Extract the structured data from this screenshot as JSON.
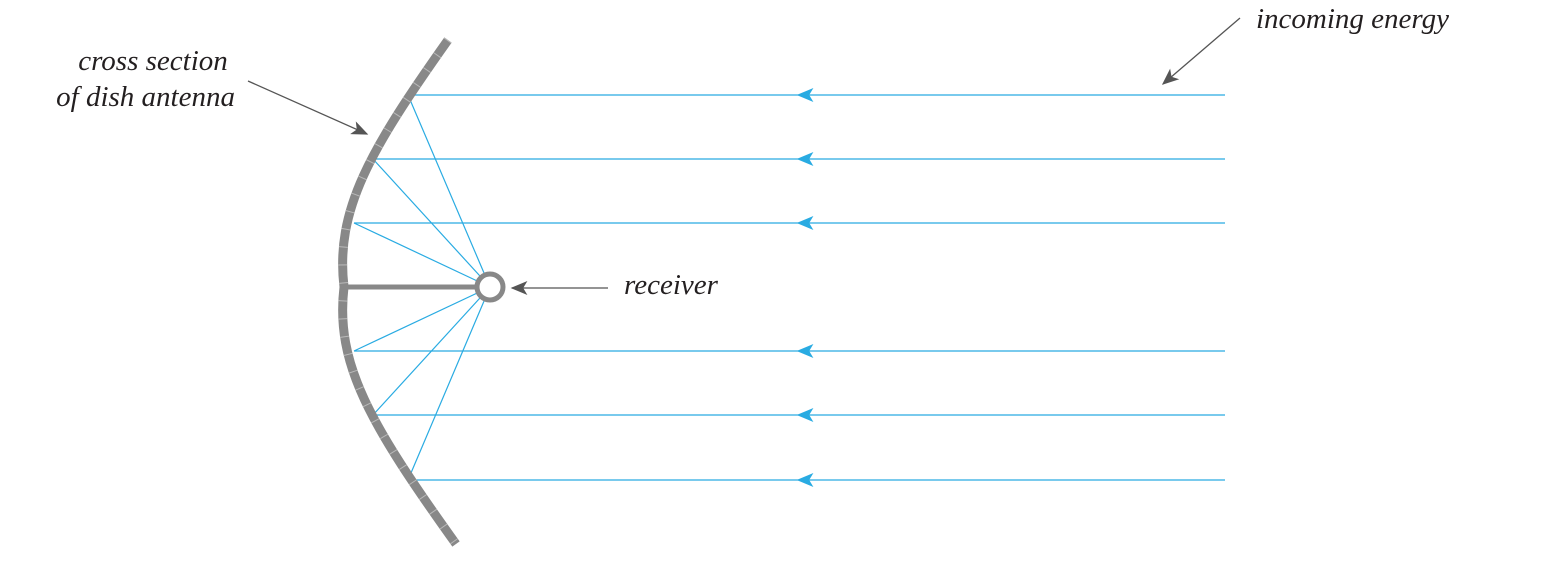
{
  "labels": {
    "dish": [
      "cross section",
      "of dish antenna"
    ],
    "receiver": "receiver",
    "incoming": "incoming energy"
  },
  "colors": {
    "ray": "#29abe2",
    "dish": "#888888",
    "text": "#231f20",
    "pointer": "#555555"
  }
}
